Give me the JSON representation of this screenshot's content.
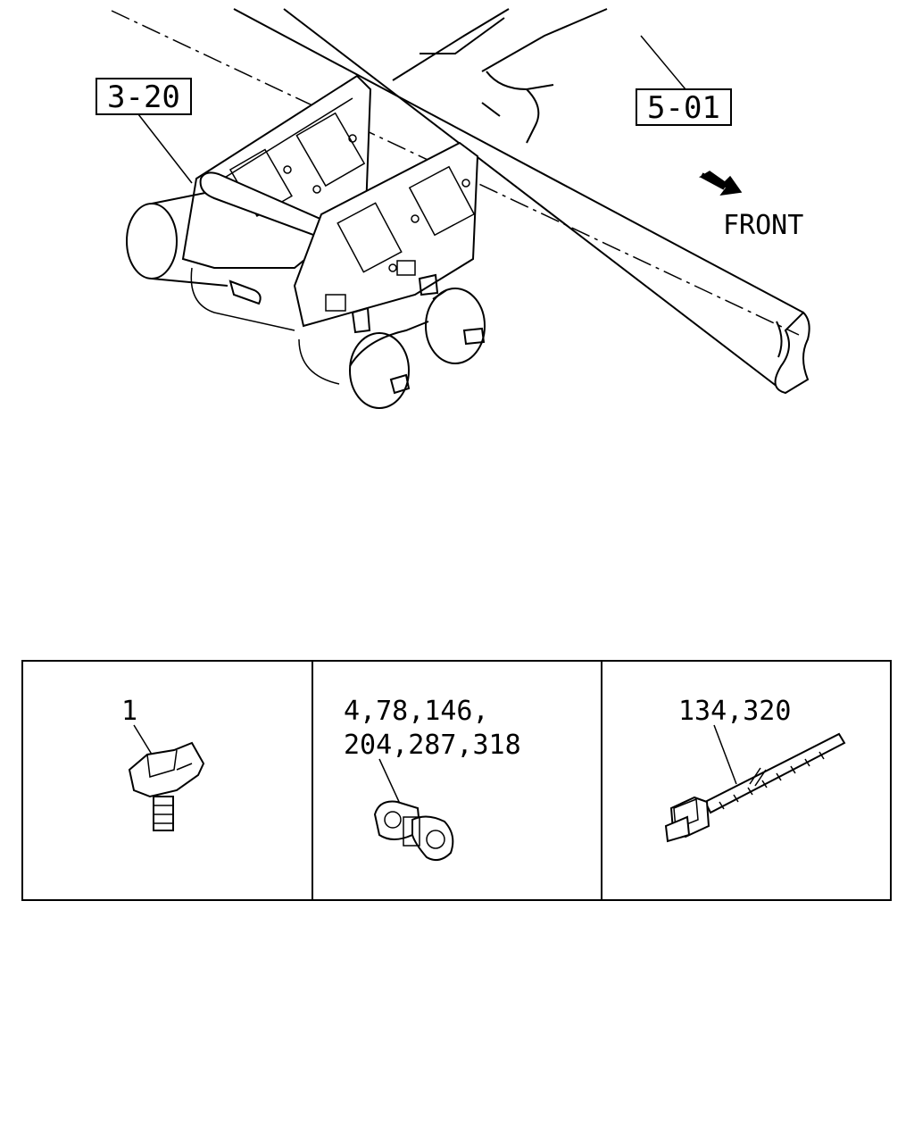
{
  "references": {
    "ref_left": "3-20",
    "ref_right": "5-01"
  },
  "direction": {
    "label": "FRONT"
  },
  "parts_table": {
    "cells": [
      {
        "lines": [
          "1"
        ]
      },
      {
        "lines": [
          "4,78,146,",
          "204,287,318"
        ]
      },
      {
        "lines": [
          "134,320"
        ]
      }
    ]
  }
}
